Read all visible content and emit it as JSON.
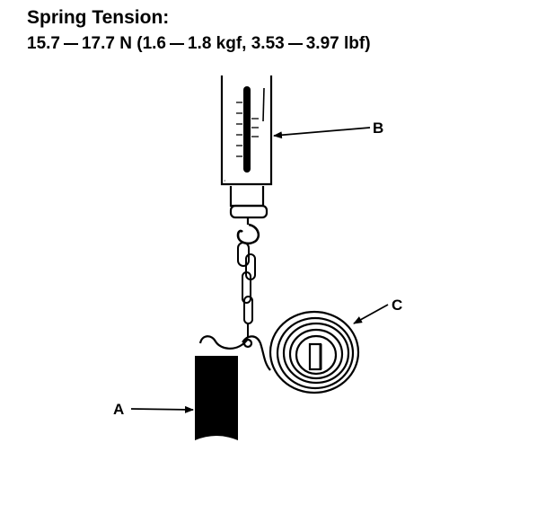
{
  "spec": {
    "title": "Spring Tension:",
    "n_range": "15.7",
    "n_max": "17.7 N (1.6",
    "kgf_max": "1.8 kgf, 3.53",
    "lbf_max": "3.97 lbf)"
  },
  "callouts": {
    "a": "A",
    "b": "B",
    "c": "C"
  }
}
